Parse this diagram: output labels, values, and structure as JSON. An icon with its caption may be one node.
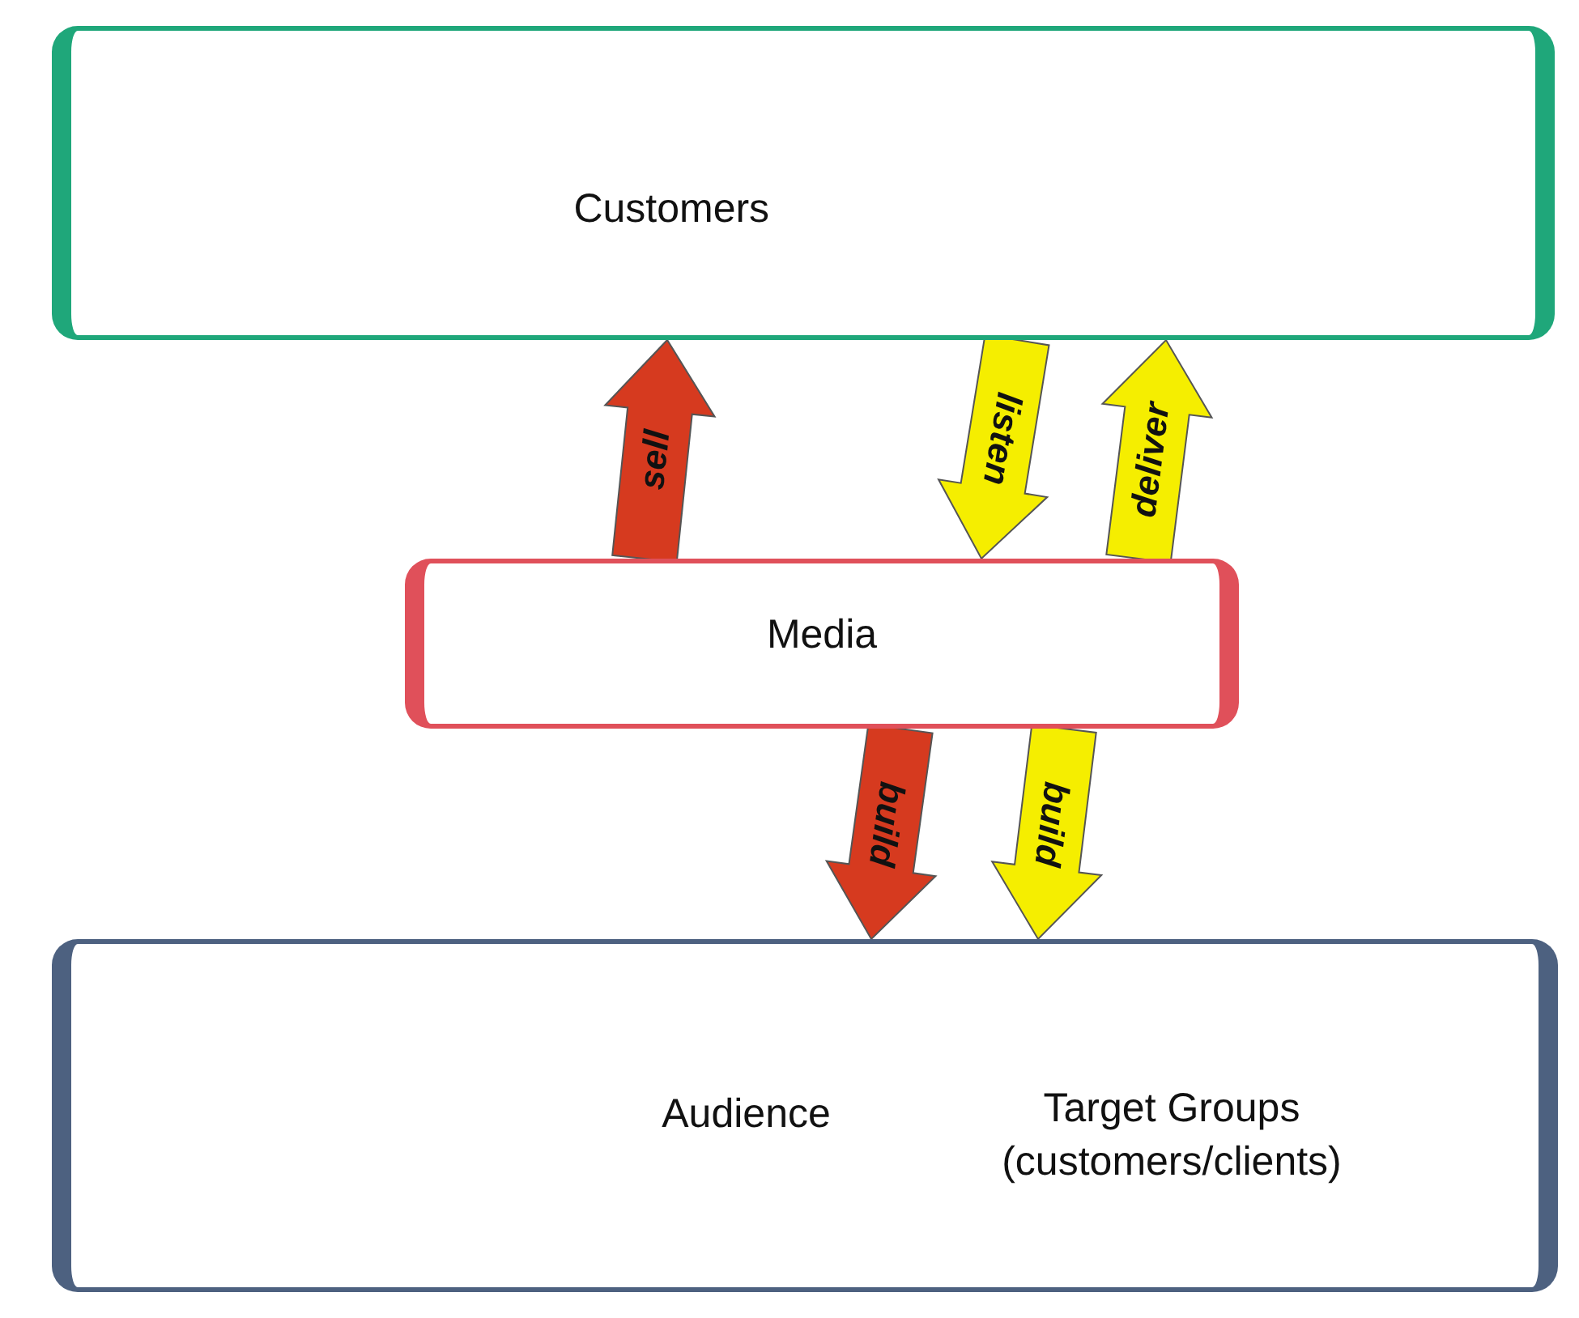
{
  "diagram": {
    "nodes": [
      {
        "text": [
          "Customers"
        ]
      },
      {
        "text": [
          "Media"
        ]
      },
      {
        "text": [
          "Audience",
          "Target Groups (customers/clients)"
        ]
      }
    ],
    "edges": [
      {
        "from": 1,
        "to": 0,
        "arrow": "to",
        "label": "sell",
        "color": "#d63a1f"
      },
      {
        "from": 0,
        "to": 1,
        "arrow": "to",
        "label": "listen",
        "color": "#f5ee00"
      },
      {
        "from": 1,
        "to": 0,
        "arrow": "to",
        "label": "deliver",
        "color": "#f5ee00"
      },
      {
        "from": 1,
        "to": 2,
        "arrow": "to",
        "label": "build",
        "color": "#d63a1f"
      },
      {
        "from": 1,
        "to": 2,
        "arrow": "to",
        "label": "build",
        "color": "#f5ee00"
      }
    ]
  }
}
